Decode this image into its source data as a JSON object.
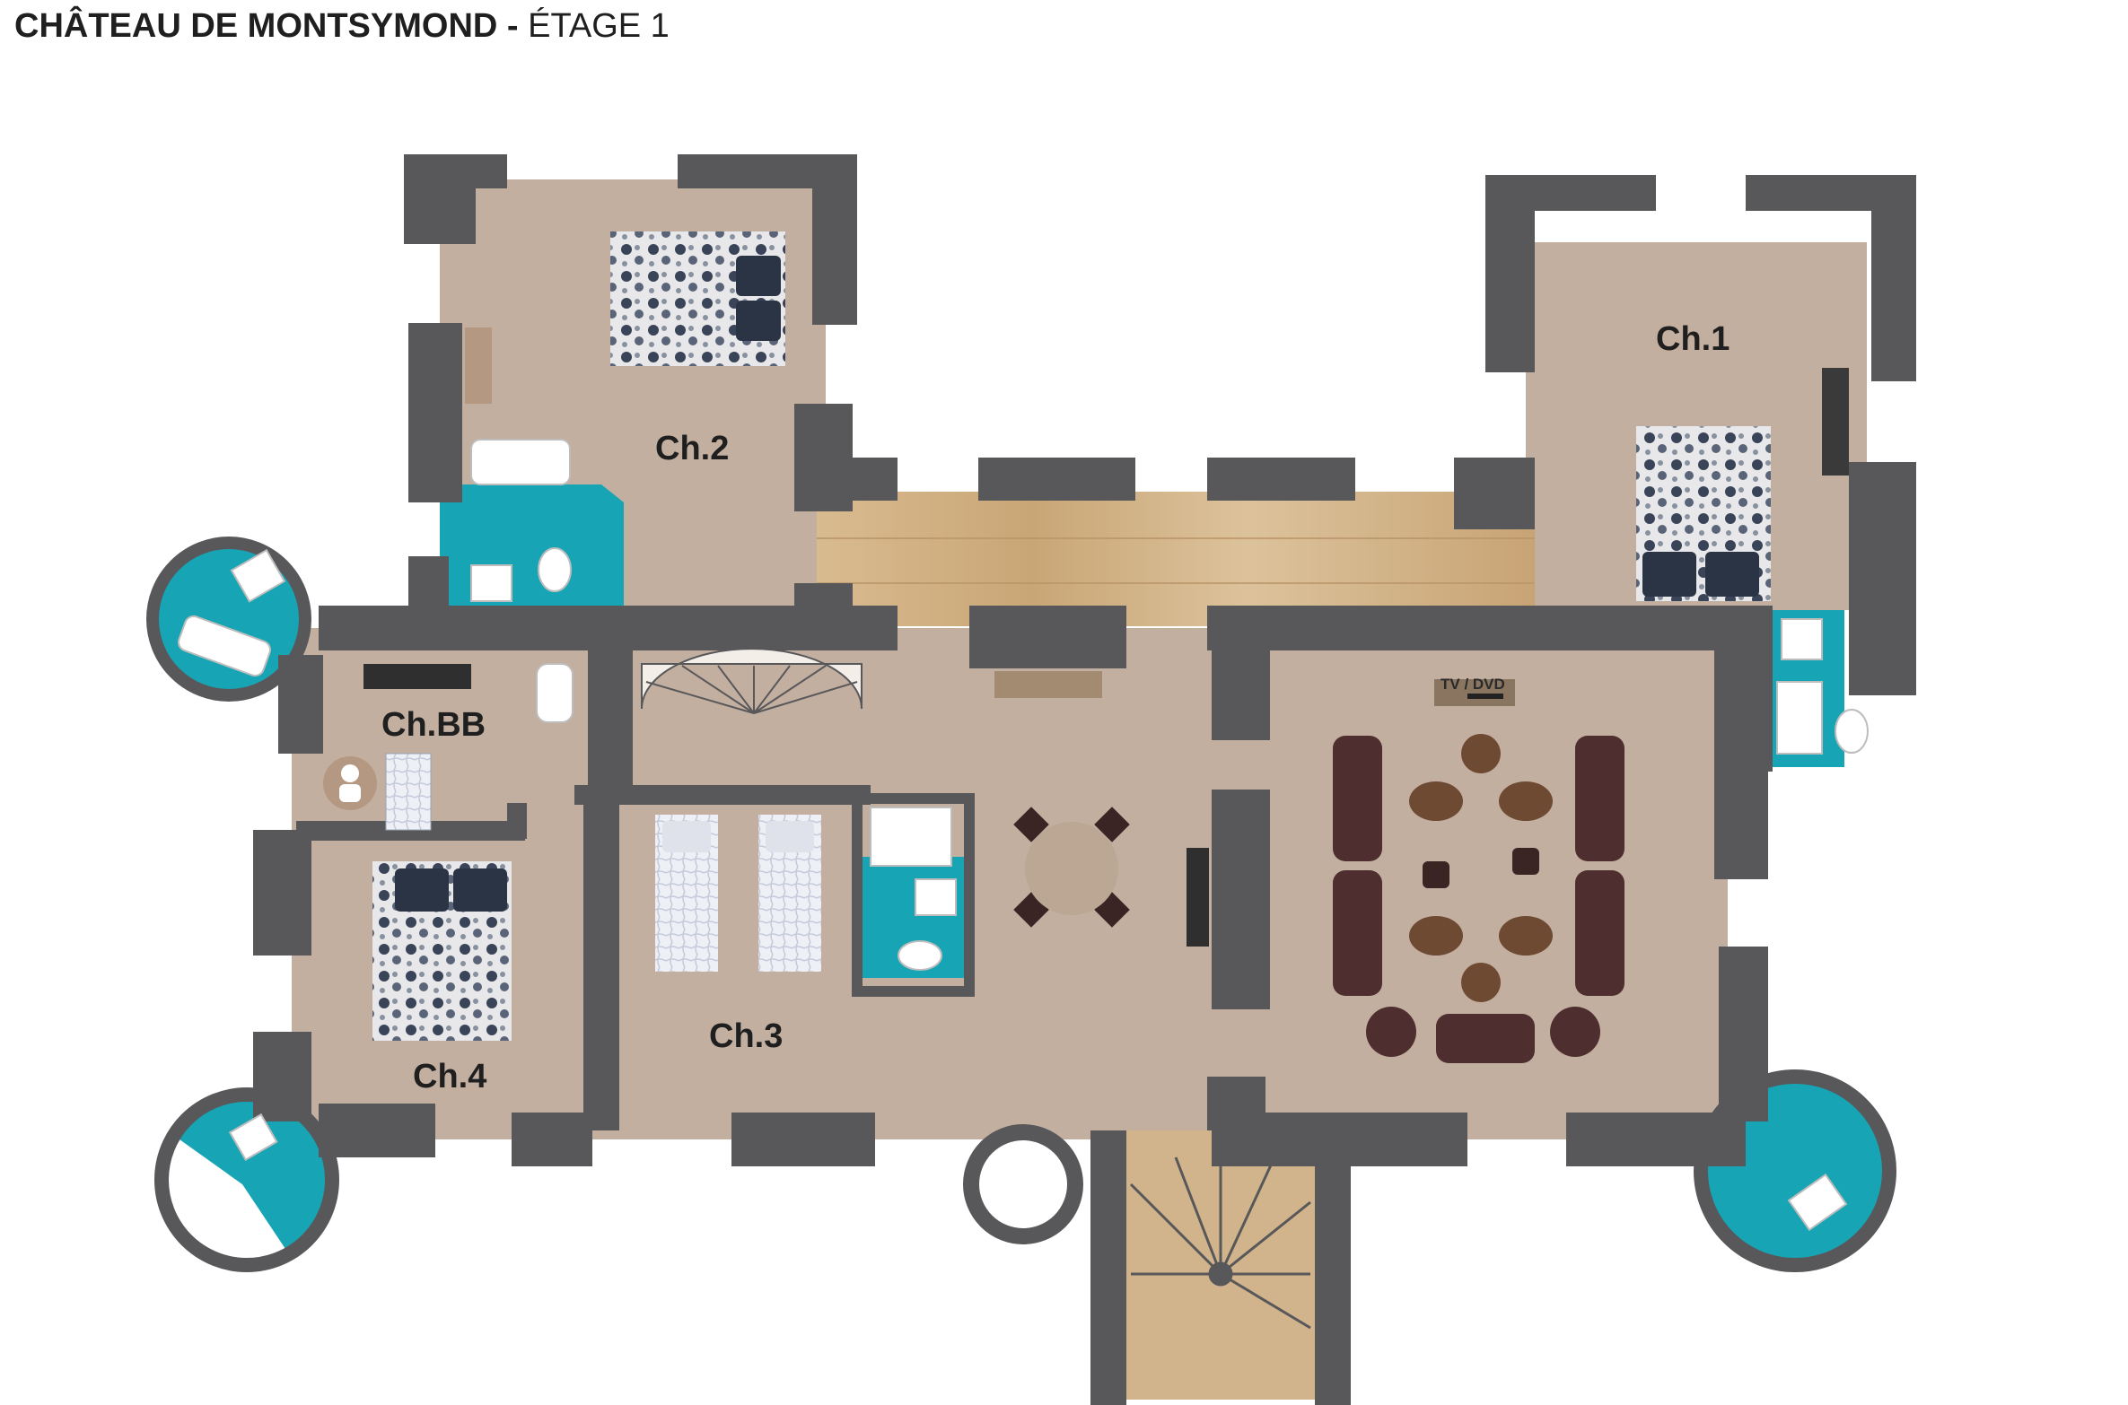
{
  "header": {
    "title_bold": "CHÂTEAU DE MONTSYMOND -",
    "title_regular": "ÉTAGE 1"
  },
  "rooms": {
    "ch1": "Ch.1",
    "ch2": "Ch.2",
    "ch3": "Ch.3",
    "ch4": "Ch.4",
    "chbb": "Ch.BB"
  },
  "tv_label": "TV / DVD",
  "colors": {
    "wall": "#58585a",
    "floor": "#c3afa0",
    "bathroom": "#17a5b5",
    "wood": "#d2b48c",
    "bed_dark": "#2b3445",
    "sofa": "#4e2e2e"
  },
  "icons": {
    "baby": "baby-icon",
    "toilet": "toilet-icon",
    "sink": "sink-icon",
    "bathtub": "bathtub-icon",
    "shower": "shower-icon",
    "stairs": "spiral-stairs-icon"
  }
}
